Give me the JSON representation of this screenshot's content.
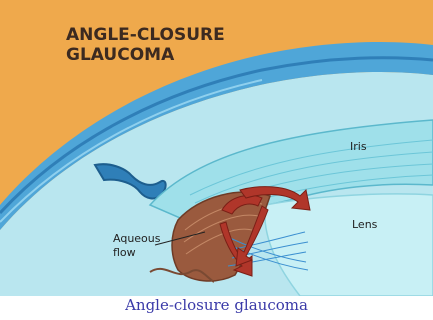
{
  "figure": {
    "title_line1": "ANGLE-CLOSURE",
    "title_line2": "GLAUCOMA",
    "labels": {
      "iris": "Iris",
      "lens": "Lens",
      "aqueous_line1": "Aqueous",
      "aqueous_line2": "flow"
    }
  },
  "caption": "Angle-closure glaucoma",
  "colors": {
    "background_orange": "#efa94c",
    "cornea_blue": "#5aaedc",
    "iris_cyan": "#9fe0ea",
    "lens_light": "#c8f0f5",
    "ciliary_brown": "#9a5a3e",
    "flow_arrow_red": "#b0362a",
    "caption_blue": "#3a3aa8"
  }
}
